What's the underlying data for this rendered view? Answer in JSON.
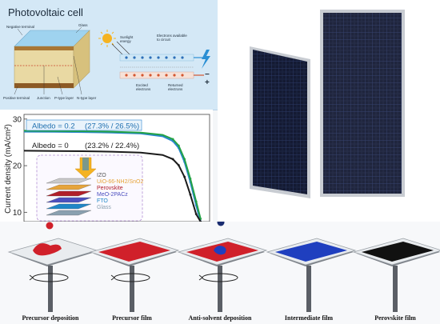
{
  "pv": {
    "title": "Photovoltaic cell",
    "labels": {
      "negative_terminal": "Negative terminal",
      "glass": "Glass",
      "positive_terminal": "Positive terminal",
      "junction": "Junction",
      "p_type": "P-type layer",
      "n_type": "N-type layer",
      "sunlight": "Sunlight energy",
      "electrons_available": "Electrons available to circuit",
      "excited": "Excited electrons",
      "returned": "Returned electrons",
      "plus": "+",
      "minus": "−"
    },
    "colors": {
      "sun": "#f5b321",
      "bolt": "#2a8fd4",
      "glass": "#9fd3ef",
      "body": "#e9d9a3"
    }
  },
  "chart_data": {
    "type": "line",
    "ylabel": "Current density (mA/cm²)",
    "yticks": [
      "30",
      "20",
      "10"
    ],
    "ylim": [
      8,
      31
    ],
    "xlim": [
      0,
      1.25
    ],
    "series": [
      {
        "name": "Albedo = 0.2",
        "color": "#2a86d1",
        "x": [
          0,
          0.2,
          0.4,
          0.6,
          0.8,
          0.95,
          1.02,
          1.06,
          1.1,
          1.14,
          1.18,
          1.21
        ],
        "values": [
          27.3,
          27.25,
          27.2,
          27.1,
          26.9,
          26.3,
          25.3,
          23.8,
          20.8,
          16.5,
          11.5,
          8
        ]
      },
      {
        "name": "",
        "color": "#23a245",
        "x": [
          0,
          0.2,
          0.4,
          0.6,
          0.8,
          0.95,
          1.02,
          1.06,
          1.1,
          1.14,
          1.18,
          1.21
        ],
        "values": [
          27.5,
          27.45,
          27.4,
          27.3,
          27.1,
          26.6,
          25.7,
          24.3,
          21.4,
          17.2,
          12.3,
          8.6
        ]
      },
      {
        "name": "Albedo = 0",
        "color": "#1b1b1b",
        "x": [
          0,
          0.2,
          0.4,
          0.6,
          0.8,
          0.95,
          1.02,
          1.06,
          1.1,
          1.14,
          1.18,
          1.21
        ],
        "values": [
          23.2,
          23.15,
          23.1,
          23.0,
          22.8,
          22.3,
          21.4,
          20.1,
          17.6,
          13.8,
          9.6,
          8
        ]
      }
    ],
    "annotations": [
      {
        "label": "Albedo = 0.2",
        "values": "(27.3% / 26.5%)",
        "color": "#2a86d1"
      },
      {
        "label": "Albedo = 0",
        "values": "(23.2% / 22.4%)",
        "color": "#1b1b1b"
      }
    ],
    "stack": [
      {
        "name": "IZO",
        "color": "#c9c9c9"
      },
      {
        "name": "UiO-66-NH2/SnO2",
        "color": "#e6a43a"
      },
      {
        "name": "Perovskite",
        "color": "#b11f2a"
      },
      {
        "name": "MeO-2PACz",
        "color": "#4c4fbf"
      },
      {
        "name": "FTO",
        "color": "#1f86c7"
      },
      {
        "name": "Glass",
        "color": "#8aa0b0"
      }
    ]
  },
  "process": {
    "steps": [
      {
        "label": "Precursor deposition"
      },
      {
        "label": "Precursor film"
      },
      {
        "label": "Anti-solvent deposition"
      },
      {
        "label": "Intermediate film"
      },
      {
        "label": "Perovskite film"
      }
    ],
    "colors": {
      "red": "#d0202a",
      "blue": "#1f3fbf",
      "black": "#111111",
      "dark_blue": "#1a2c70"
    }
  }
}
